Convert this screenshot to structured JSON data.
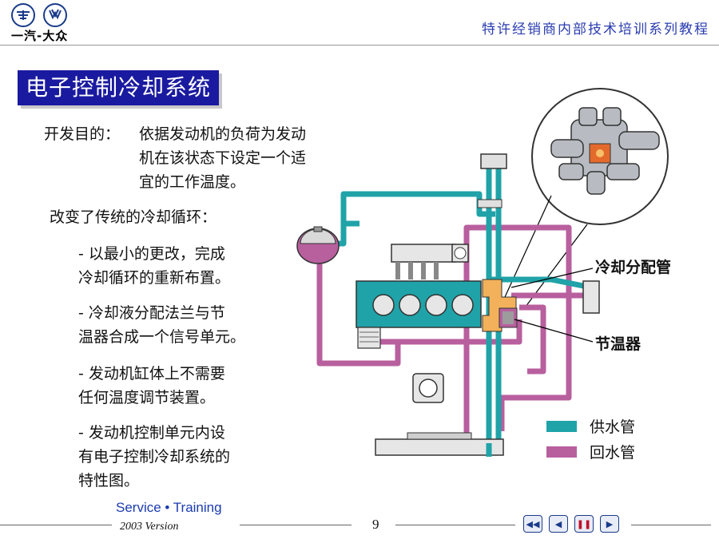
{
  "header": {
    "brand_text": "一汽-大众",
    "series_title": "特许经销商内部技术培训系列教程"
  },
  "slide": {
    "title": "电子控制冷却系统",
    "purpose_label": "开发目的：",
    "purpose_line1": "依据发动机的负荷为发动",
    "purpose_line2": "机在该状态下设定一个适",
    "purpose_line3": "宜的工作温度。",
    "change_heading": "改变了传统的冷却循环：",
    "bullets": [
      {
        "line1": "- 以最小的更改，完成",
        "line2": "冷却循环的重新布置。"
      },
      {
        "line1": "- 冷却液分配法兰与节",
        "line2": "温器合成一个信号单元。"
      },
      {
        "line1": "- 发动机缸体上不需要",
        "line2": "任何温度调节装置。"
      },
      {
        "line1": "- 发动机控制单元内设",
        "line2": "有电子控制冷却系统的",
        "line3": "特性图。"
      }
    ]
  },
  "diagram": {
    "callout_distributor": "冷却分配管",
    "callout_thermostat": "节温器",
    "legend": [
      {
        "label": "供水管",
        "color": "#1fa3a8"
      },
      {
        "label": "回水管",
        "color": "#b85f9e"
      }
    ]
  },
  "footer": {
    "service_training": "Service • Training",
    "version": "2003 Version",
    "page_number": "9"
  },
  "colors": {
    "title_bg": "#1a1aa0",
    "supply": "#1fa3a8",
    "return": "#b85f9e",
    "series_title": "#2a3cb0"
  }
}
